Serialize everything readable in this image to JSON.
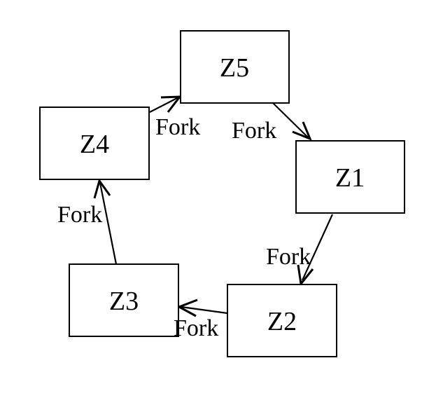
{
  "nodes": {
    "z5": "Z5",
    "z1": "Z1",
    "z2": "Z2",
    "z3": "Z3",
    "z4": "Z4"
  },
  "edges": [
    {
      "from": "Z5",
      "to": "Z1",
      "label": "Fork"
    },
    {
      "from": "Z1",
      "to": "Z2",
      "label": "Fork"
    },
    {
      "from": "Z2",
      "to": "Z3",
      "label": "Fork"
    },
    {
      "from": "Z3",
      "to": "Z4",
      "label": "Fork"
    },
    {
      "from": "Z4",
      "to": "Z5",
      "label": "Fork"
    }
  ]
}
